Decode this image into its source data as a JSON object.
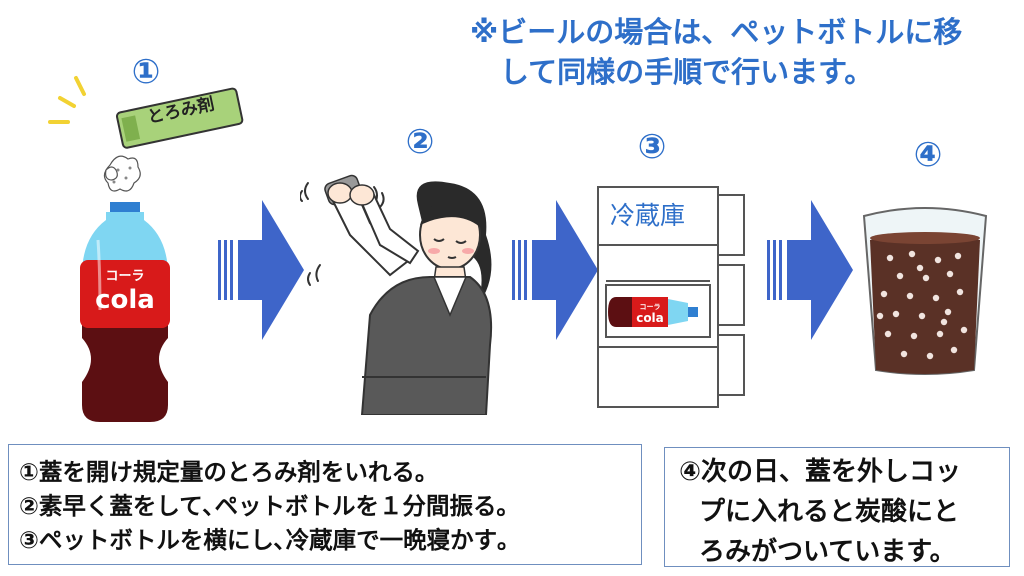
{
  "note": {
    "line1": "※ビールの場合は、ペットボトルに移",
    "line2": "して同様の手順で行います。"
  },
  "steps": [
    {
      "number": "①"
    },
    {
      "number": "②"
    },
    {
      "number": "③"
    },
    {
      "number": "④"
    }
  ],
  "labels": {
    "thickener_packet": "とろみ剤",
    "bottle_label_kana": "コーラ",
    "bottle_label_cola": "cola",
    "fridge_label": "冷蔵庫",
    "small_bottle_kana": "コーラ",
    "small_bottle_cola": "cola"
  },
  "instructions": {
    "line1": "①蓋を開け規定量のとろみ剤をいれる。",
    "line2": "②素早く蓋をして､ペットボトルを１分間振る｡",
    "line3": "③ペットボトルを横にし､冷蔵庫で一晩寝かす｡"
  },
  "result": {
    "line1": "④次の日、蓋を外しコッ",
    "line2": "プに入れると炭酸にと",
    "line3": "ろみがついています。"
  },
  "colors": {
    "accent_blue": "#2e6fc9",
    "arrow_blue": "#3e65c9",
    "cola_red": "#d81a1a",
    "cola_dark": "#5c0f12",
    "packet_green": "#a8d27a"
  }
}
